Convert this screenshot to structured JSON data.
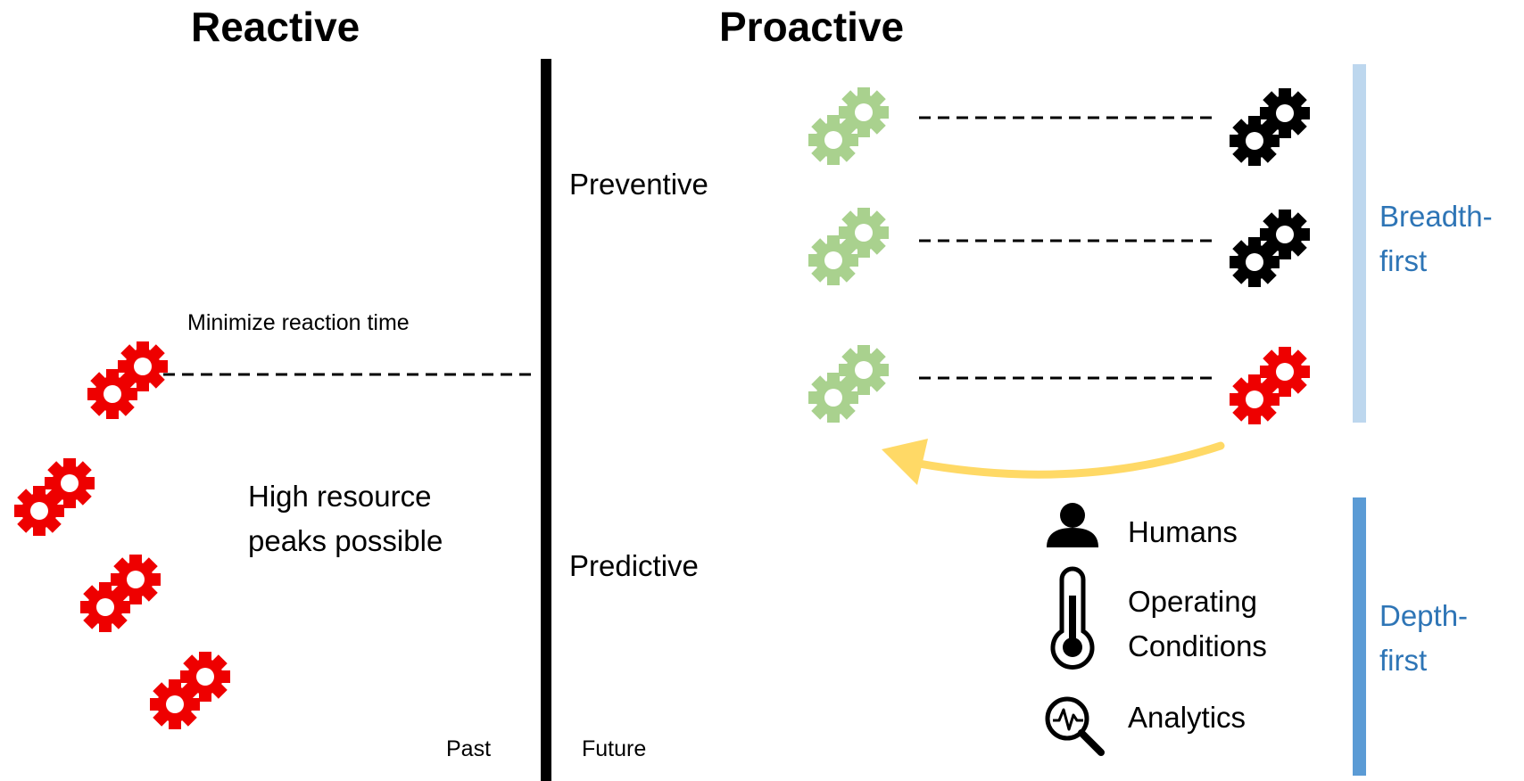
{
  "headings": {
    "reactive": "Reactive",
    "proactive": "Proactive"
  },
  "labels": {
    "minimize": "Minimize reaction time",
    "high_resource_line1": "High resource",
    "high_resource_line2": "peaks possible",
    "past": "Past",
    "future": "Future",
    "preventive": "Preventive",
    "predictive": "Predictive",
    "breadth_line1": "Breadth-",
    "breadth_line2": "first",
    "depth_line1": "Depth-",
    "depth_line2": "first"
  },
  "legend": {
    "humans": "Humans",
    "operating_line1": "Operating",
    "operating_line2": "Conditions",
    "analytics": "Analytics"
  },
  "colors": {
    "red": "#EE0000",
    "green": "#A9D18E",
    "black": "#000000",
    "yellow": "#FFD966",
    "light_blue": "#BDD7EE",
    "blue": "#5B9BD5",
    "text_blue": "#2E75B6"
  },
  "icons": [
    "gears-icon",
    "person-icon",
    "thermometer-icon",
    "analytics-magnifier-icon",
    "curved-arrow"
  ]
}
